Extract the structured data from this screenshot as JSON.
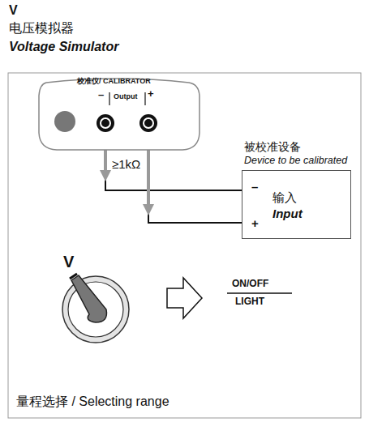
{
  "diagram": {
    "caption": "量程选择 / Selecting range",
    "nodes": [
      {
        "text": [
          "校准仪/ CALIBRATOR",
          "–",
          "Output",
          "+"
        ]
      },
      {
        "text": [
          "被校准设备",
          "Device to be calibrated",
          "–",
          "输入",
          "Input",
          "+"
        ]
      }
    ],
    "edges": [
      {
        "from": 0,
        "to": 1,
        "arrow": "none"
      },
      {
        "from": 0,
        "to": 1,
        "arrow": "none"
      }
    ],
    "labels": [
      "V",
      "电压模拟器",
      "Voltage Simulator",
      "≥1kΩ",
      "V",
      "ON/OFF",
      "LIGHT"
    ]
  }
}
